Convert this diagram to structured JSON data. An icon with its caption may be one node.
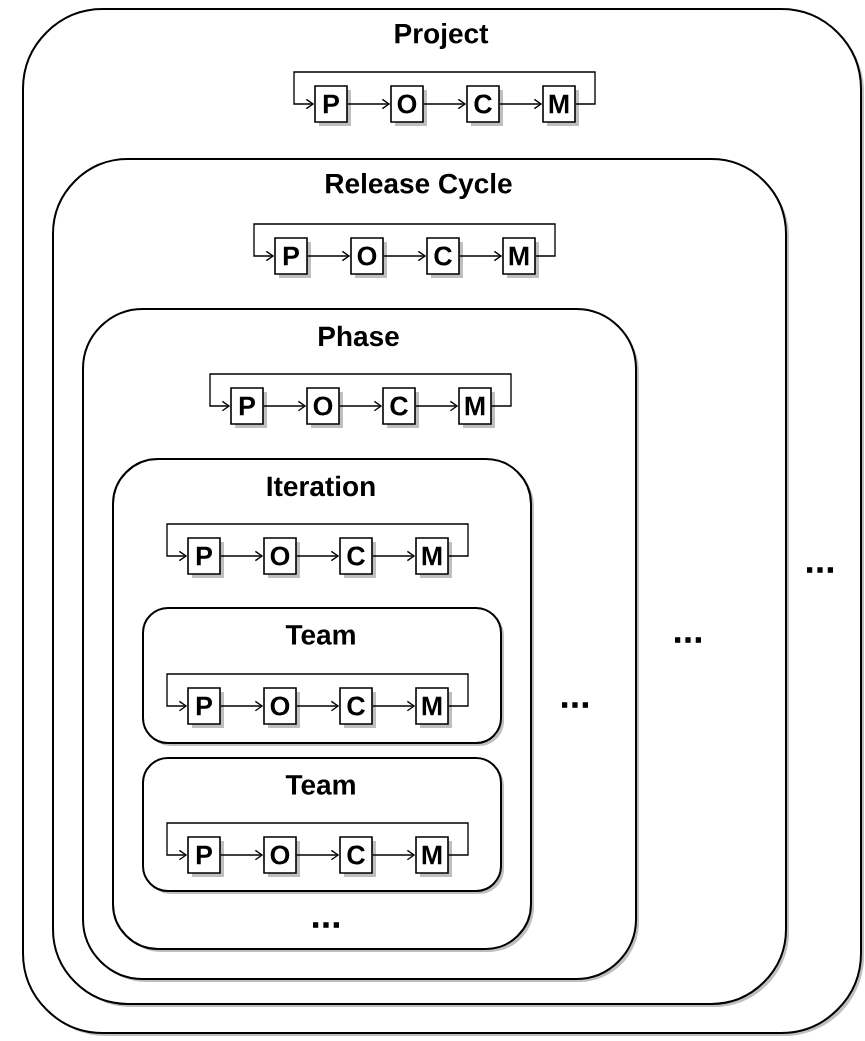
{
  "diagram": {
    "nodes": [
      {
        "text": [
          "Project"
        ]
      },
      {
        "text": [
          "P"
        ],
        "in": 0
      },
      {
        "text": [
          "O"
        ],
        "in": 0
      },
      {
        "text": [
          "C"
        ],
        "in": 0
      },
      {
        "text": [
          "M"
        ],
        "in": 0
      },
      {
        "text": [
          "Release Cycle"
        ],
        "in": 0
      },
      {
        "text": [
          "P"
        ],
        "in": 5
      },
      {
        "text": [
          "O"
        ],
        "in": 5
      },
      {
        "text": [
          "C"
        ],
        "in": 5
      },
      {
        "text": [
          "M"
        ],
        "in": 5
      },
      {
        "text": [
          "Phase"
        ],
        "in": 5
      },
      {
        "text": [
          "P"
        ],
        "in": 10
      },
      {
        "text": [
          "O"
        ],
        "in": 10
      },
      {
        "text": [
          "C"
        ],
        "in": 10
      },
      {
        "text": [
          "M"
        ],
        "in": 10
      },
      {
        "text": [
          "Iteration"
        ],
        "in": 10
      },
      {
        "text": [
          "P"
        ],
        "in": 15
      },
      {
        "text": [
          "O"
        ],
        "in": 15
      },
      {
        "text": [
          "C"
        ],
        "in": 15
      },
      {
        "text": [
          "M"
        ],
        "in": 15
      },
      {
        "text": [
          "Team"
        ],
        "in": 15
      },
      {
        "text": [
          "P"
        ],
        "in": 20
      },
      {
        "text": [
          "O"
        ],
        "in": 20
      },
      {
        "text": [
          "C"
        ],
        "in": 20
      },
      {
        "text": [
          "M"
        ],
        "in": 20
      },
      {
        "text": [
          "Team"
        ],
        "in": 15
      },
      {
        "text": [
          "P"
        ],
        "in": 25
      },
      {
        "text": [
          "O"
        ],
        "in": 25
      },
      {
        "text": [
          "C"
        ],
        "in": 25
      },
      {
        "text": [
          "M"
        ],
        "in": 25
      }
    ],
    "edges": [
      {
        "from": 1,
        "to": 2,
        "arrow": "to"
      },
      {
        "from": 2,
        "to": 3,
        "arrow": "to"
      },
      {
        "from": 3,
        "to": 4,
        "arrow": "to"
      },
      {
        "from": 4,
        "to": 1,
        "arrow": "to"
      },
      {
        "from": 6,
        "to": 7,
        "arrow": "to"
      },
      {
        "from": 7,
        "to": 8,
        "arrow": "to"
      },
      {
        "from": 8,
        "to": 9,
        "arrow": "to"
      },
      {
        "from": 9,
        "to": 6,
        "arrow": "to"
      },
      {
        "from": 11,
        "to": 12,
        "arrow": "to"
      },
      {
        "from": 12,
        "to": 13,
        "arrow": "to"
      },
      {
        "from": 13,
        "to": 14,
        "arrow": "to"
      },
      {
        "from": 14,
        "to": 11,
        "arrow": "to"
      },
      {
        "from": 16,
        "to": 17,
        "arrow": "to"
      },
      {
        "from": 17,
        "to": 18,
        "arrow": "to"
      },
      {
        "from": 18,
        "to": 19,
        "arrow": "to"
      },
      {
        "from": 19,
        "to": 16,
        "arrow": "to"
      },
      {
        "from": 21,
        "to": 22,
        "arrow": "to"
      },
      {
        "from": 22,
        "to": 23,
        "arrow": "to"
      },
      {
        "from": 23,
        "to": 24,
        "arrow": "to"
      },
      {
        "from": 24,
        "to": 21,
        "arrow": "to"
      },
      {
        "from": 26,
        "to": 27,
        "arrow": "to"
      },
      {
        "from": 27,
        "to": 28,
        "arrow": "to"
      },
      {
        "from": 28,
        "to": 29,
        "arrow": "to"
      },
      {
        "from": 29,
        "to": 26,
        "arrow": "to"
      }
    ],
    "labels": [
      "...",
      "...",
      "...",
      "..."
    ]
  }
}
